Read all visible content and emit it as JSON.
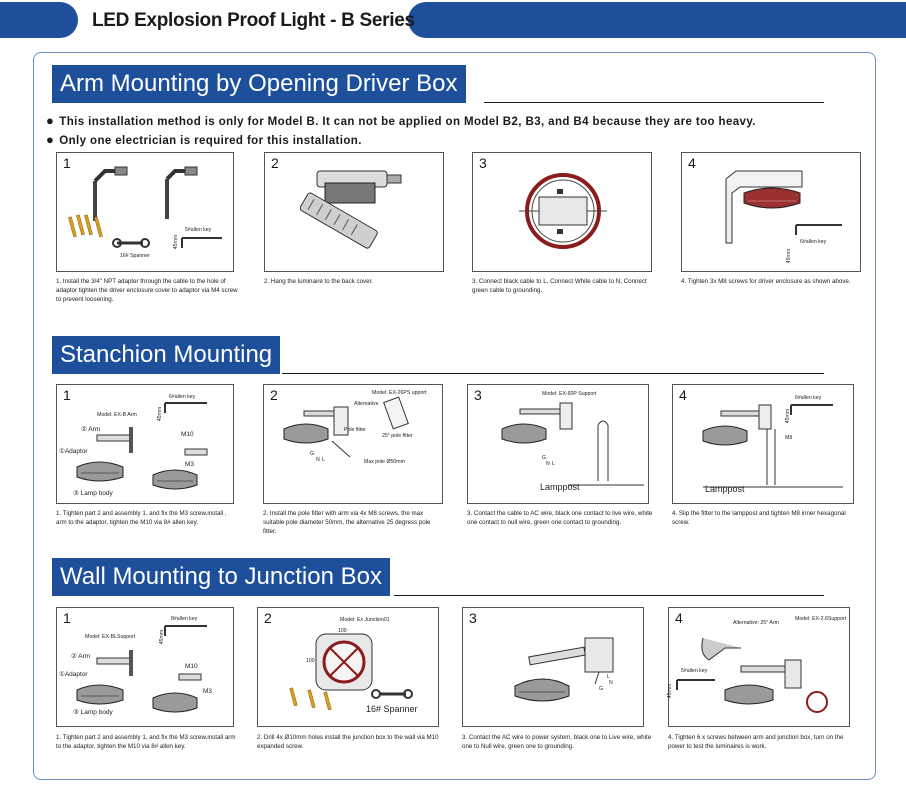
{
  "header": {
    "title": "LED Explosion Proof Light - B Series",
    "bar_color": "#1d4f9a"
  },
  "sections": {
    "arm": {
      "title": "Arm Mounting by Opening Driver Box",
      "notes": [
        "This installation method is only  for Model B. It can not be applied on Model B2, B3, and B4 because they are too heavy.",
        "Only one electrician is required for this installation."
      ],
      "steps": [
        {
          "num": "1",
          "labels": [
            "5#allen key",
            "16# Spanner",
            "45mm"
          ],
          "caption": "1. Install the 3/4\" NPT adapter through the cable to the hole of adaptor tighten the driver enclosure cover to adaptor via M4 screw to prevent loosening."
        },
        {
          "num": "2",
          "labels": [],
          "caption": "2. Hang the luminaire to the back cover."
        },
        {
          "num": "3",
          "labels": [],
          "caption": "3. Connect black cable to L, Connect White cable to N, Connect green cable to grounding."
        },
        {
          "num": "4",
          "labels": [
            "6#allen key",
            "45mm"
          ],
          "caption": "4. Tighten 3x M8 screws for driver enclosure as shown above."
        }
      ]
    },
    "stanchion": {
      "title": "Stanchion Mounting",
      "steps": [
        {
          "num": "1",
          "labels": [
            "6#allen key",
            "Model: EX-B Arm",
            "② Arm",
            "M10",
            "①Adaptor",
            "③ Lamp body",
            "M3",
            "45mm"
          ],
          "caption": "1. Tighten part 2 and assembly 1, and fix the M3 screw,install , arm to the adaptor, tighten the M10 via 8# allen key."
        },
        {
          "num": "2",
          "labels": [
            "Model: EX-26PS upport",
            "Alternative",
            "Pole fitter",
            "25° pole fitter",
            "Max pole Ø50mm",
            "G",
            "N",
            "L"
          ],
          "caption": "2. Install the pole fitter with arm via 4x M8 screws, the max suitable pole diameter 50mm, the alternative 25 degress pole fitter."
        },
        {
          "num": "3",
          "labels": [
            "Model: EX-60P Support",
            "Lamppost",
            "G",
            "N",
            "L"
          ],
          "caption": "3. Contact the cable to AC wire, black one contact to live wire, white one contact to null wire, green one contact to grounding."
        },
        {
          "num": "4",
          "labels": [
            "6#allen key",
            "M8",
            "Lamppost",
            "45mm"
          ],
          "caption": "4. Slip the fitter to the lamppost and tighten M8 inner hexagonal screw."
        }
      ]
    },
    "wall": {
      "title": "Wall Mounting to Junction Box",
      "steps": [
        {
          "num": "1",
          "labels": [
            "8#allen key",
            "Model: EX-BLSupport",
            "② Arm",
            "M10",
            "①Adaptor",
            "M3",
            "③ Lamp body",
            "45mm"
          ],
          "caption": "1. Tighten part 2 and assembly 1, and fix the M3 screw,install arm to the adaptor, tighten the M10 via 8# allen key."
        },
        {
          "num": "2",
          "labels": [
            "Model: Ex Junction01",
            "100",
            "100",
            "16# Spanner"
          ],
          "caption": "2. Drill 4x Ø10mm holes install the junction box to  the wall via M10 expanded screw."
        },
        {
          "num": "3",
          "labels": [
            "L",
            "N",
            "G"
          ],
          "caption": "3. Contact the AC wire to power system, black one to Live wire, white one to Null wire, green one to grounding."
        },
        {
          "num": "4",
          "labels": [
            "Alternative: 25° Arm",
            "Model: EX-2.6Support",
            "5#allen key",
            "45mm"
          ],
          "caption": "4. Tighten 6 x screws between arm and junction box, turn on the power to test the luminaires is work."
        }
      ]
    }
  }
}
